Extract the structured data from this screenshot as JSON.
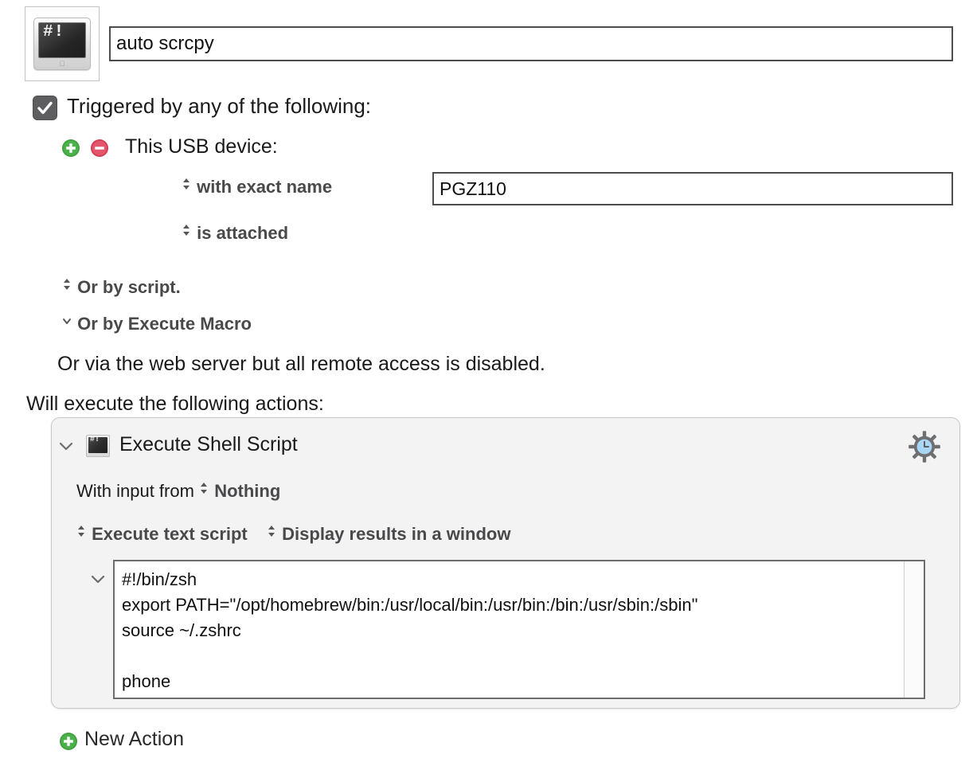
{
  "macro": {
    "icon_name": "shell-script-monitor-icon",
    "name_value": "auto scrcpy",
    "name_placeholder": "Macro Name"
  },
  "trigger": {
    "checkbox_checked": true,
    "header_label": "Triggered by any of the following:",
    "add_button_label": "+",
    "remove_button_label": "−",
    "device_label": "This USB device:",
    "match_mode": "with exact name",
    "device_name_value": "PGZ110",
    "device_name_placeholder": "Device Name",
    "attach_state": "is attached",
    "or_by_script": "Or by script.",
    "or_by_execute_macro": "Or by Execute Macro",
    "web_server_note": "Or via the web server but all remote access is disabled."
  },
  "actions_header": "Will execute the following actions:",
  "action": {
    "title": "Execute Shell Script",
    "gear_icon": "gear-clock-icon",
    "disclosure_state": "expanded",
    "input_prefix": "With input from",
    "input_source": "Nothing",
    "script_mode": "Execute text script",
    "results_mode": "Display results in a window",
    "script_text": "#!/bin/zsh\nexport PATH=\"/opt/homebrew/bin:/usr/local/bin:/usr/bin:/bin:/usr/sbin:/sbin\"\nsource ~/.zshrc\n\nphone"
  },
  "new_action": {
    "label": "New Action",
    "icon": "plus-circle-icon"
  },
  "colors": {
    "accent_green": "#3fa03f",
    "accent_red": "#e0455a",
    "checkbox_fill": "#5e5e60",
    "panel_bg": "#f3f3f3",
    "popup_label": "#49494b",
    "gear_clock_face": "#a9d6f5"
  }
}
